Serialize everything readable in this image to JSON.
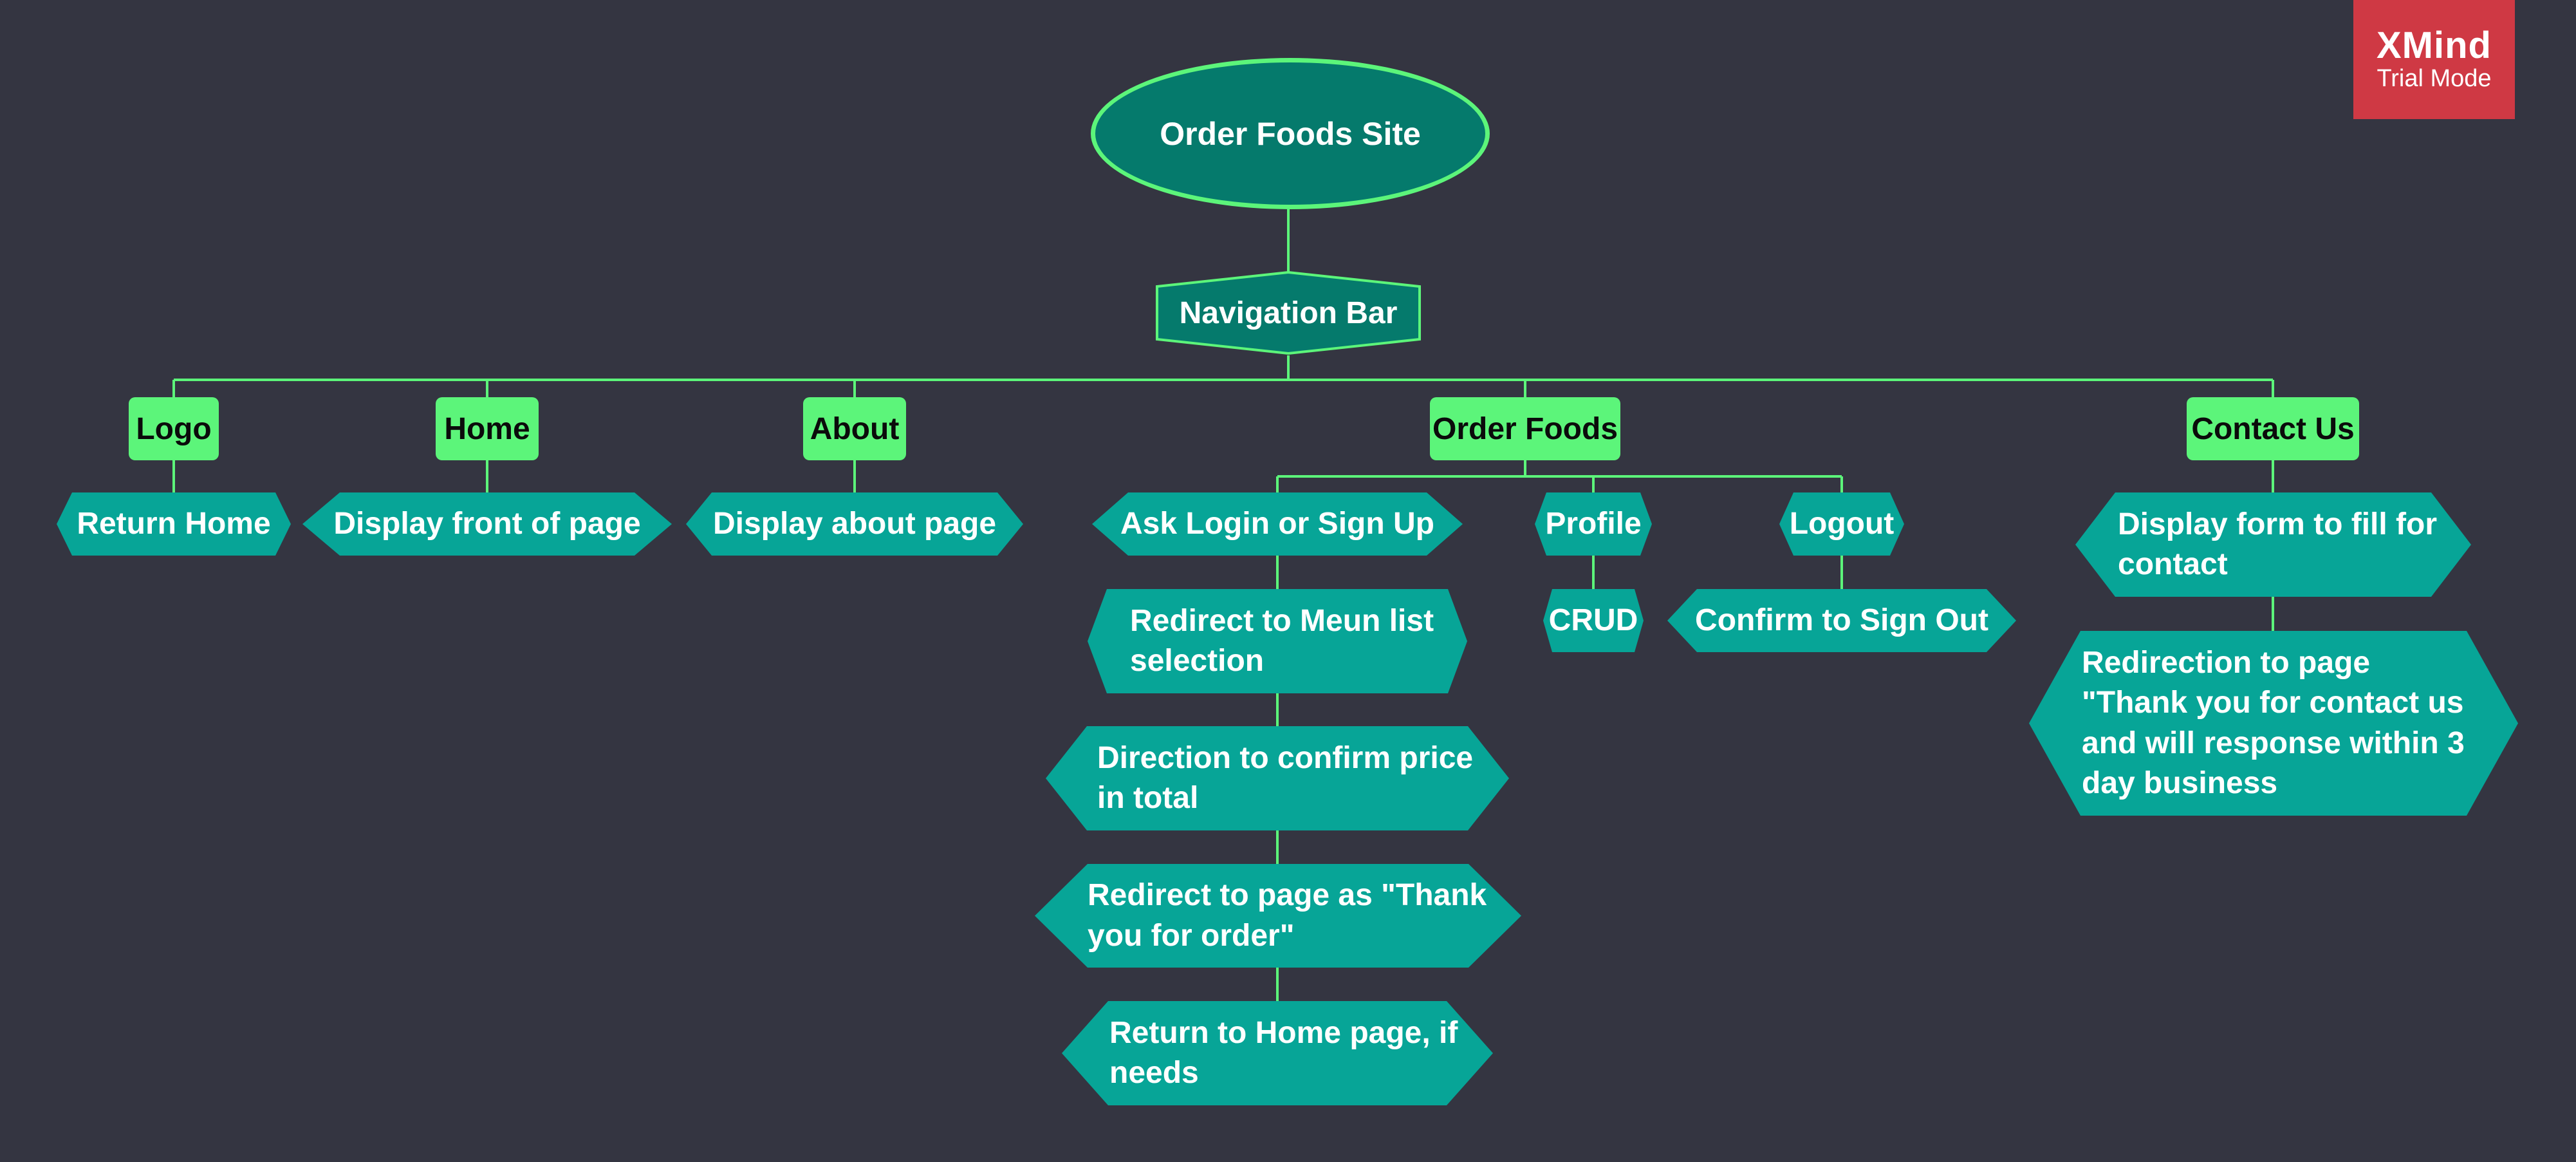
{
  "root": {
    "label": "Order Foods Site"
  },
  "navigation": {
    "label": "Navigation Bar"
  },
  "categories": {
    "logo": {
      "label": "Logo",
      "child": "Return Home"
    },
    "home": {
      "label": "Home",
      "child": "Display front of page"
    },
    "about": {
      "label": "About",
      "child": "Display about page"
    },
    "order": {
      "label": "Order Foods",
      "branches": {
        "ask": "Ask Login or Sign Up",
        "profile": "Profile",
        "logout": "Logout"
      },
      "flow": [
        "Redirect to Meun list selection",
        "Direction to confirm price in total",
        "Redirect to page as \"Thank you for order\"",
        "Return to Home page, if needs"
      ],
      "profile_child": "CRUD",
      "logout_child": "Confirm to Sign Out"
    },
    "contact": {
      "label": "Contact Us",
      "child": "Display form to fill for contact",
      "grandchild": "Redirection to page \"Thank you for contact us and will response within 3 day business"
    }
  },
  "watermark": {
    "brand": "XMind",
    "mode": "Trial Mode"
  },
  "colors": {
    "background": "#343541",
    "connector": "#5cf57a",
    "category": "#5cf57a",
    "topic": "#07a597",
    "root": "#057a6c",
    "watermark": "#cf3944"
  }
}
